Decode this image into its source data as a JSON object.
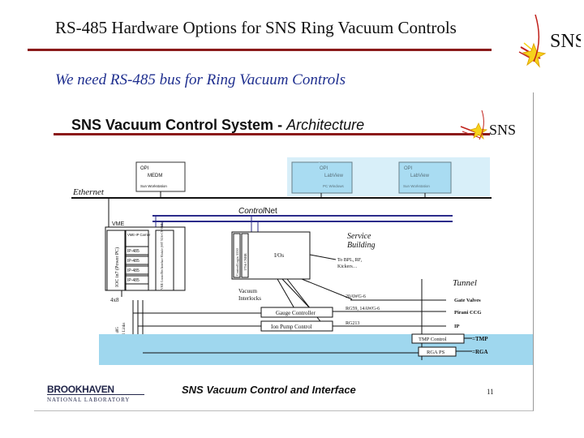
{
  "slide": {
    "title": "RS-485 Hardware Options for SNS Ring Vacuum Controls",
    "subtitle": "We need RS-485 bus for Ring Vacuum Controls",
    "logo_text": "SNS",
    "page_number": "11"
  },
  "diagram": {
    "heading_main": "SNS Vacuum Control System - ",
    "heading_italic": "Architecture",
    "logo_text": "SNS",
    "ethernet": "Ethernet",
    "controlnet_italic": "Control",
    "controlnet_rest": "Net",
    "opi_boxes": [
      {
        "title": "OPI",
        "app": "MEDM",
        "host": "Sun Workstation"
      },
      {
        "title": "OPI",
        "app": "LabView",
        "host": "PC Windows"
      },
      {
        "title": "OPI",
        "app": "LabView",
        "host": "Sun Workstation"
      }
    ],
    "vme": "VME",
    "ioc": "IOC in7 (Power PC)",
    "vme_ip_carrier": "VME-IP Carrier",
    "ip485_slots": [
      "IP-485",
      "IP-485",
      "IP-485",
      "IP-485"
    ],
    "vme_controlnet": "VME ControlNet Interface Module (SST 5136-CN-VME)",
    "plc_controllogix": "ControlLogix 5550",
    "plc_cnbr": "1756 CNBR",
    "ios": "I/Os",
    "service_building_1": "Service",
    "service_building_2": "Building",
    "service_to": "To BPL, RF,",
    "service_kickers": "Kickers…",
    "vacuum_interlocks_1": "Vacuum",
    "vacuum_interlocks_2": "Interlocks",
    "four_x8": "4x8",
    "rs485_label_1": "RS 485",
    "rs485_label_2": "Serial Links",
    "tunnel": "Tunnel",
    "cable_20awg": "20AWG-6",
    "cable_rg59": "RG59, 14AWG-6",
    "cable_rg213": "RG213",
    "gauge_controller": "Gauge Controller",
    "ion_pump_control": "Ion Pump Control",
    "tmp_control": "TMP Control",
    "rga_ps": "RGA PS",
    "devices": [
      "Gate Valves",
      "Pirani CCG",
      "IP"
    ],
    "tmp_device": "TMP",
    "rga_device": "RGA",
    "bnl_name": "BROOKHAVEN",
    "bnl_sub": "NATIONAL LABORATORY",
    "footer_caption": "SNS Vacuum Control and Interface"
  },
  "colors": {
    "title_rule": "#8b1a1a",
    "subtitle": "#1f2f8f",
    "heading_rule": "#8b1a1a",
    "opi_bg": "#a9dcf2",
    "tunnel_band": "#9fd7ee",
    "controlnet_line": "#2b2b8a",
    "logo_yellow": "#f6d21c",
    "logo_red": "#c0201a"
  }
}
